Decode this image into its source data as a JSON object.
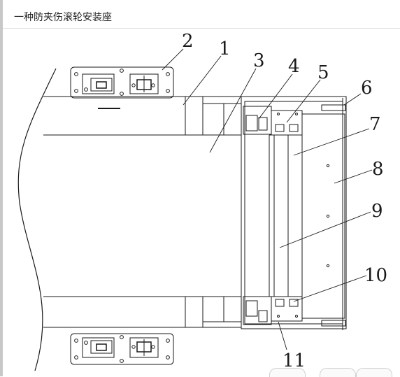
{
  "page": {
    "title": "一种防夹伤滚轮安装座"
  },
  "diagram": {
    "labels": [
      {
        "id": "label-2",
        "text": "2"
      },
      {
        "id": "label-1",
        "text": "1"
      },
      {
        "id": "label-3",
        "text": "3"
      },
      {
        "id": "label-4",
        "text": "4"
      },
      {
        "id": "label-5",
        "text": "5"
      },
      {
        "id": "label-6",
        "text": "6"
      },
      {
        "id": "label-7",
        "text": "7"
      },
      {
        "id": "label-8",
        "text": "8"
      },
      {
        "id": "label-9",
        "text": "9"
      },
      {
        "id": "label-10",
        "text": "10"
      },
      {
        "id": "label-11",
        "text": "11"
      }
    ]
  },
  "colors": {
    "line": "#1a1a1a",
    "background": "#ffffff"
  }
}
